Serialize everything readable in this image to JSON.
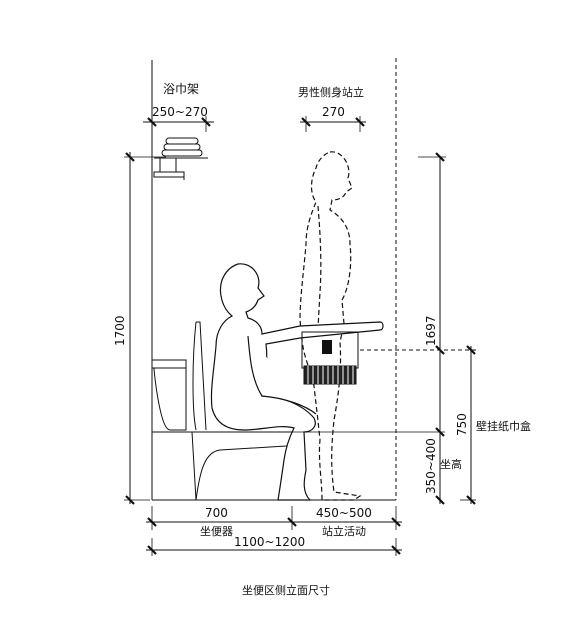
{
  "labels": {
    "towel_rack": "浴巾架",
    "towel_rack_width": "250~270",
    "standing_male": "男性侧身站立",
    "standing_width": "270",
    "height_1700": "1700",
    "height_1697": "1697",
    "height_750": "750",
    "tissue_box": "壁挂纸巾盒",
    "seat_range": "350~400",
    "seat_height": "坐高",
    "toilet_dim": "700",
    "toilet_label": "坐便器",
    "stand_dim": "450~500",
    "stand_label": "站立活动",
    "total_dim": "1100~1200",
    "caption": "坐便区侧立面尺寸"
  }
}
